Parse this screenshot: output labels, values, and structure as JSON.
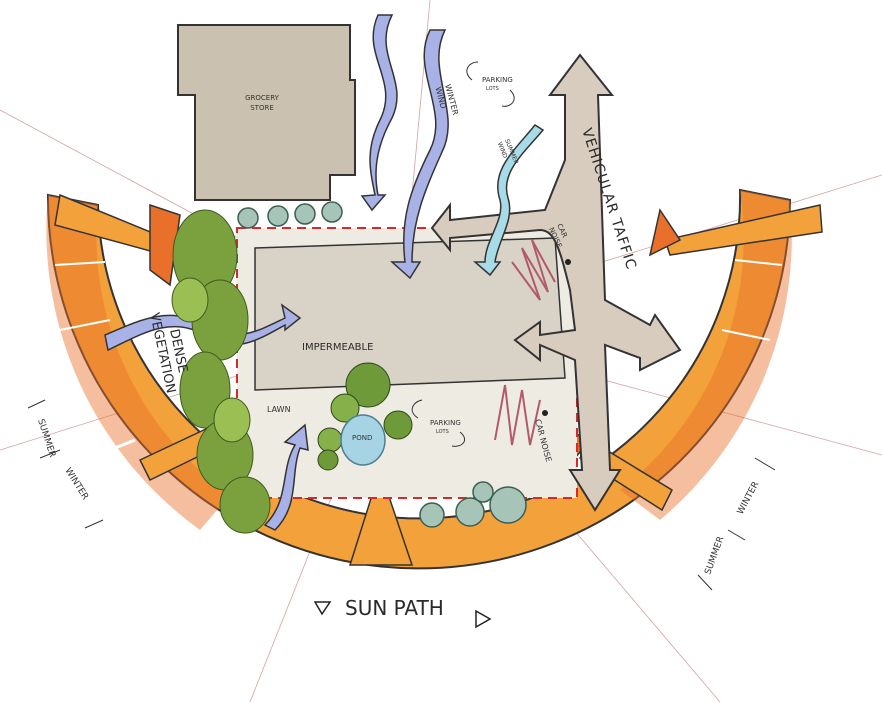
{
  "labels": {
    "grocery_store_line1": "GROCERY",
    "grocery_store_line2": "STORE",
    "winter_wind_top_line1": "WINTER",
    "winter_wind_top_line2": "WIND",
    "summer_wind_line1": "SUMMER",
    "summer_wind_line2": "WIND",
    "parking_top_line1": "PARKING",
    "parking_top_line2": "LOTS",
    "vehicular_traffic": "VEHICULAR TAFFIC",
    "car_noise_top_line1": "CAR",
    "car_noise_top_line2": "NOISE",
    "car_noise_bottom": "CAR NOISE",
    "impermeable": "IMPERMEABLE",
    "dense_vegetation_line1": "DENSE",
    "dense_vegetation_line2": "VEGETATION",
    "lawn": "LAWN",
    "pond": "POND",
    "parking_bottom_line1": "PARKING",
    "parking_bottom_line2": "LOTS",
    "summer_left": "SUMMER",
    "winter_left": "WINTER",
    "winter_right": "WINTER",
    "summer_right": "SUMMER",
    "sun_path": "SUN PATH"
  },
  "colors": {
    "sun_orange": "#f3a13a",
    "sun_orange_dark": "#e8702a",
    "building_fill": "#cbc1b0",
    "site_fill": "#e4e2dc",
    "traffic_fill": "#d8ccbe",
    "wind_blue": "#a9b2e6",
    "summer_wind": "#a8dbe8",
    "vegetation_green": "#7aa13e",
    "noise_red": "#b25a6a",
    "boundary_red": "#d62a2a",
    "tree_teal": "#a7c4b8"
  }
}
